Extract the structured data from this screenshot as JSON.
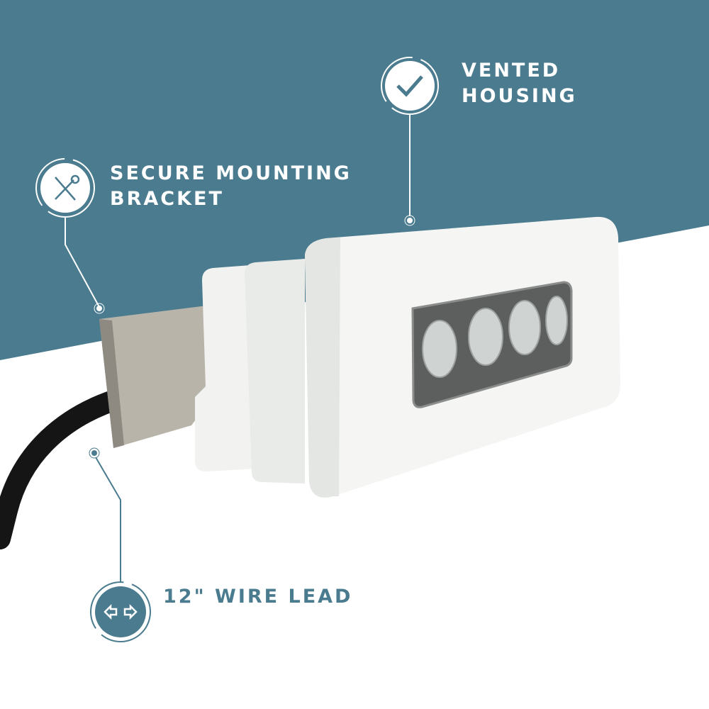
{
  "colors": {
    "brand": "#4a7b8f",
    "background": "#ffffff",
    "text_light": "#ffffff"
  },
  "callouts": [
    {
      "icon": "check-icon",
      "lines": [
        "VENTED",
        "HOUSING"
      ]
    },
    {
      "icon": "tools-icon",
      "lines": [
        "SECURE MOUNTING",
        "BRACKET"
      ]
    },
    {
      "icon": "arrows-horizontal-icon",
      "lines": [
        "12\" WIRE LEAD"
      ]
    }
  ]
}
